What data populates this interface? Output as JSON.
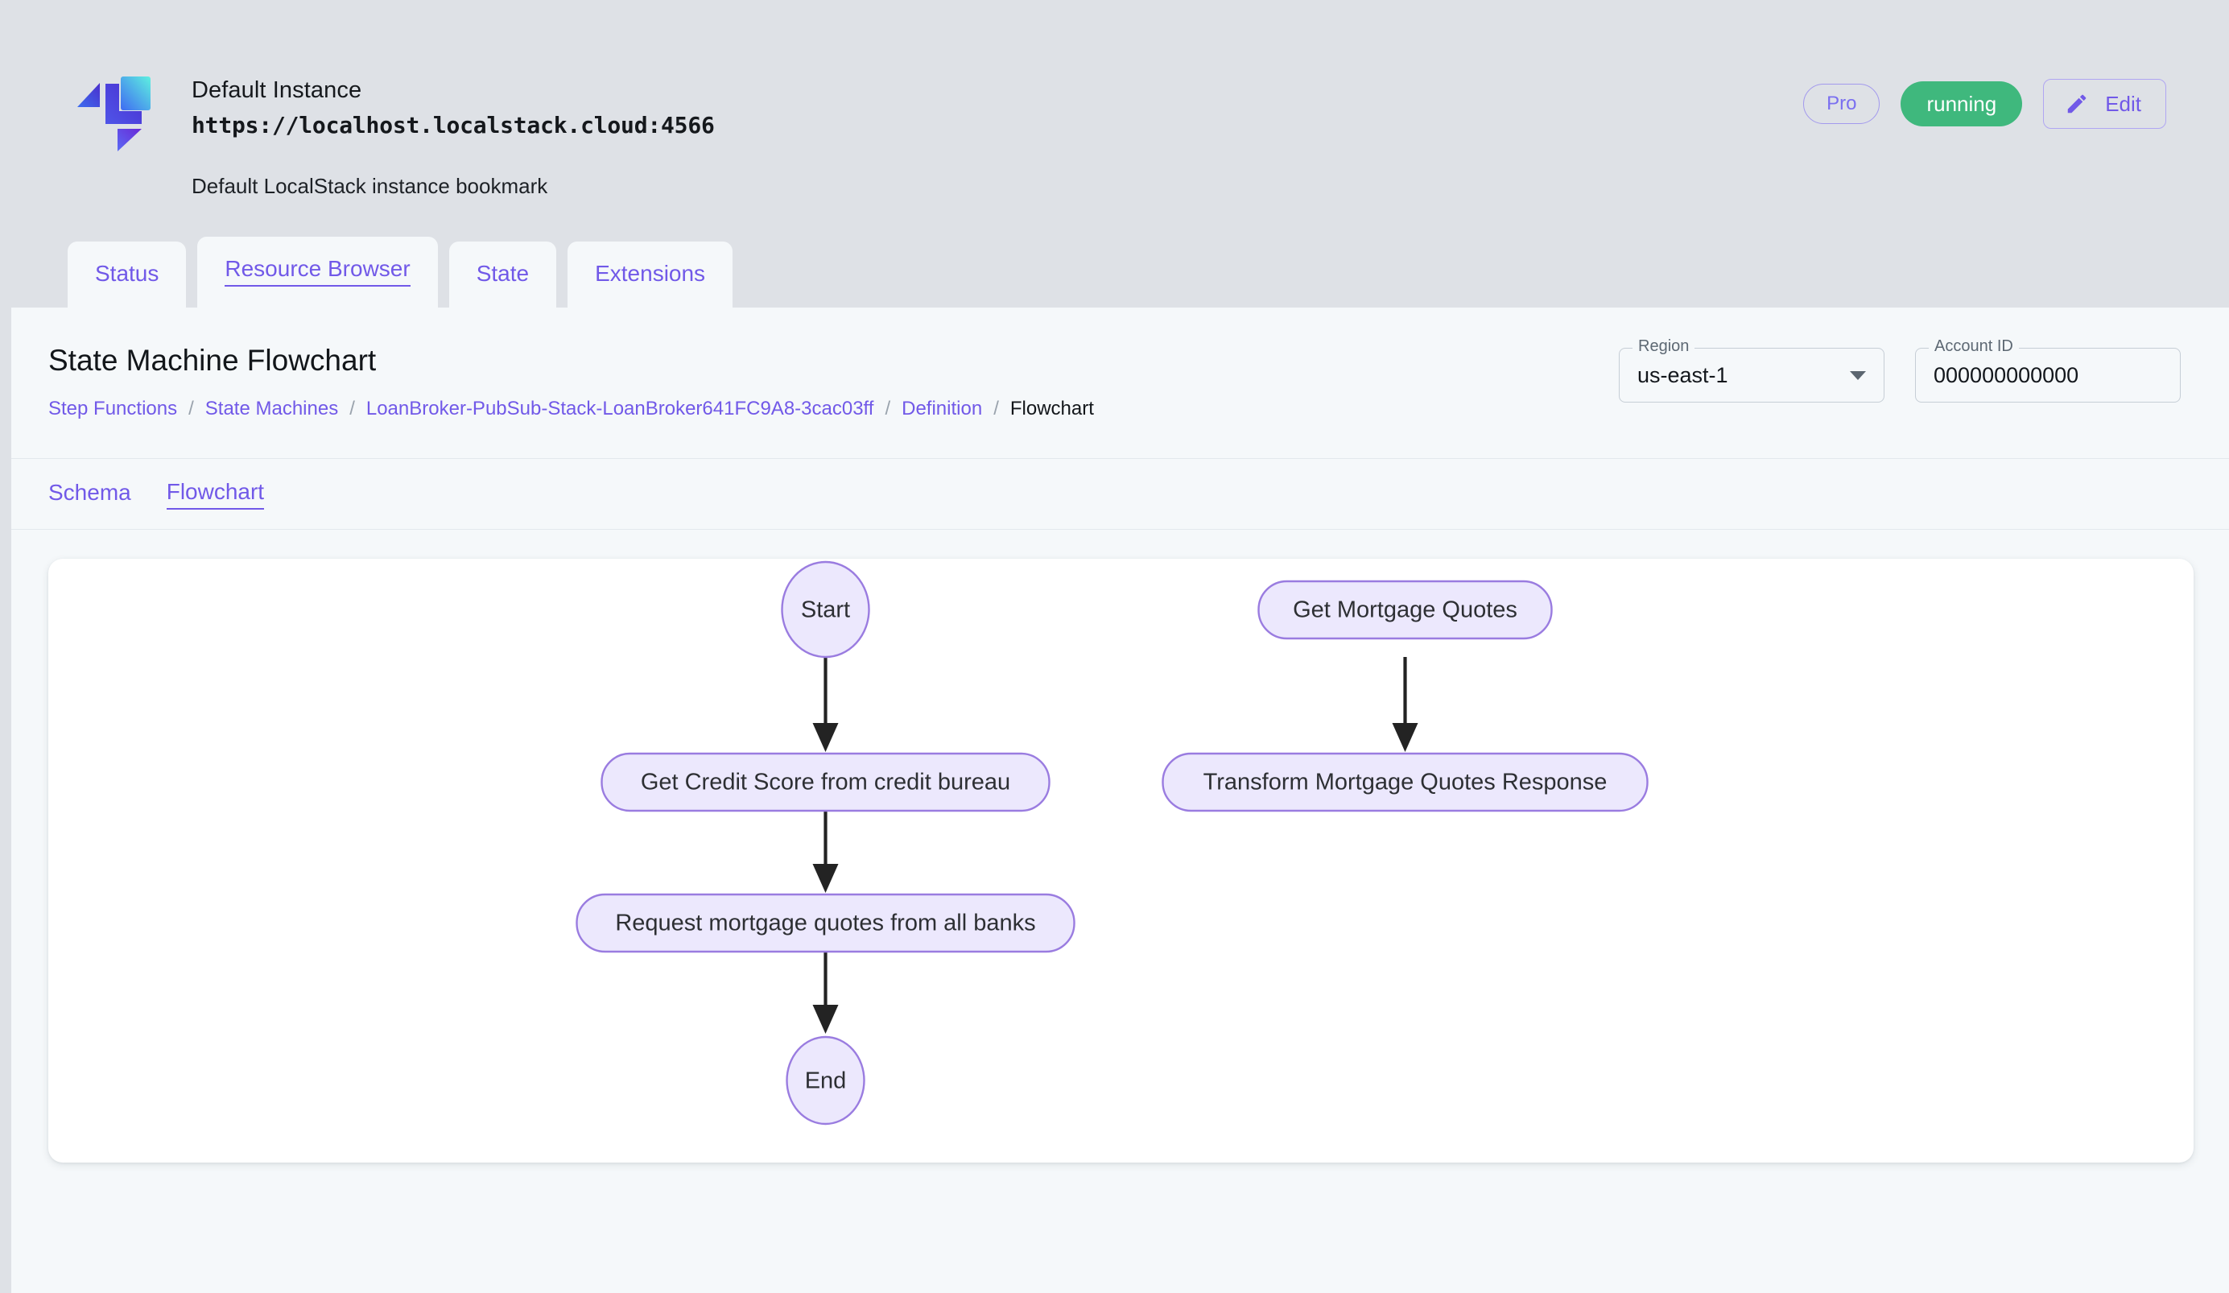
{
  "instance": {
    "logo_icon": "localstack-logo-icon",
    "name": "Default Instance",
    "url": "https://localhost.localstack.cloud:4566",
    "description": "Default LocalStack instance bookmark",
    "pro_badge": "Pro",
    "status_badge": "running",
    "edit_label": "Edit",
    "edit_icon": "pencil-icon",
    "status_color": "#3fb87d",
    "accent_color": "#7159e8"
  },
  "main_tabs": [
    {
      "label": "Status",
      "active": false
    },
    {
      "label": "Resource Browser",
      "active": true
    },
    {
      "label": "State",
      "active": false
    },
    {
      "label": "Extensions",
      "active": false
    }
  ],
  "page": {
    "title": "State Machine Flowchart",
    "breadcrumb": [
      {
        "label": "Step Functions",
        "current": false
      },
      {
        "label": "State Machines",
        "current": false
      },
      {
        "label": "LoanBroker-PubSub-Stack-LoanBroker641FC9A8-3cac03ff",
        "current": false
      },
      {
        "label": "Definition",
        "current": false
      },
      {
        "label": "Flowchart",
        "current": true
      }
    ],
    "breadcrumb_separator": "/"
  },
  "region_field": {
    "label": "Region",
    "value": "us-east-1",
    "icon": "chevron-down-icon"
  },
  "account_field": {
    "label": "Account ID",
    "value": "000000000000"
  },
  "sub_tabs": [
    {
      "label": "Schema",
      "active": false
    },
    {
      "label": "Flowchart",
      "active": true
    }
  ],
  "chart_data": {
    "type": "diagram",
    "title": "State Machine Flowchart",
    "node_fill": "#ece8fd",
    "node_stroke": "#9a7ce0",
    "edge_color": "#232323",
    "nodes": [
      {
        "id": "start",
        "label": "Start",
        "shape": "ellipse"
      },
      {
        "id": "credit",
        "label": "Get Credit Score from credit bureau",
        "shape": "rounded-rect"
      },
      {
        "id": "request",
        "label": "Request mortgage quotes from all banks",
        "shape": "rounded-rect"
      },
      {
        "id": "end",
        "label": "End",
        "shape": "ellipse"
      },
      {
        "id": "getquotes",
        "label": "Get Mortgage Quotes",
        "shape": "rounded-rect"
      },
      {
        "id": "transform",
        "label": "Transform Mortgage Quotes Response",
        "shape": "rounded-rect"
      }
    ],
    "edges": [
      {
        "from": "start",
        "to": "credit"
      },
      {
        "from": "credit",
        "to": "request"
      },
      {
        "from": "request",
        "to": "end"
      },
      {
        "from": "getquotes",
        "to": "transform"
      }
    ]
  }
}
